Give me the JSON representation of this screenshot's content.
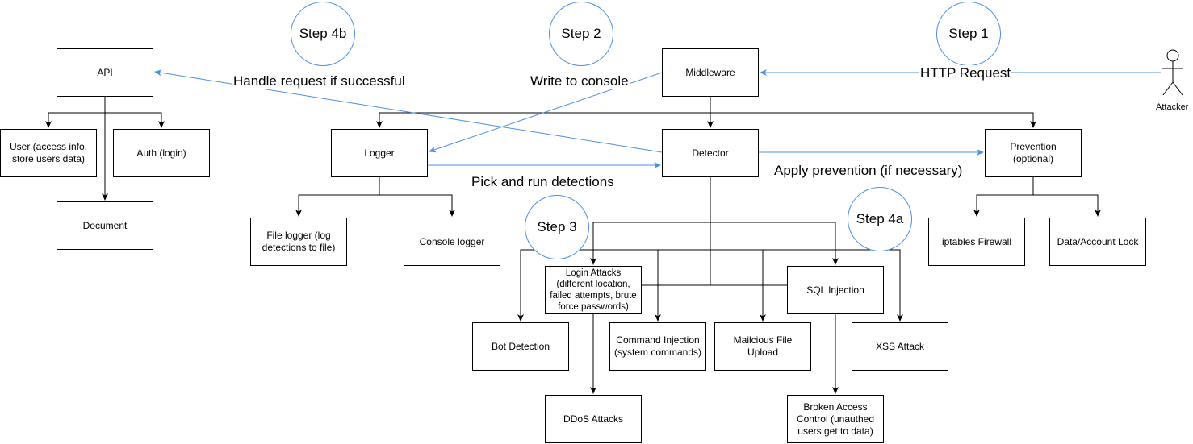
{
  "colors": {
    "line": "#000000",
    "blue_line": "#4a90e2",
    "step_circle": "#4a90e2"
  },
  "actor": {
    "label": "Attacker",
    "icon": "stick-figure-icon"
  },
  "boxes": {
    "api": "API",
    "user": "User (access info, store users data)",
    "auth": "Auth (login)",
    "document": "Document",
    "logger": "Logger",
    "file_logger": "File logger (log detections to file)",
    "console_logger": "Console logger",
    "middleware": "Middleware",
    "detector": "Detector",
    "prevention": "Prevention (optional)",
    "iptables": "iptables Firewall",
    "data_lock": "Data/Account Lock",
    "login_attacks": "Login Attacks (different location, failed attempts, brute force passwords)",
    "sql_injection": "SQL Injection",
    "bot_detection": "Bot Detection",
    "command_injection": "Command Injection (system commands)",
    "file_upload": "Mailcious File Upload",
    "xss": "XSS Attack",
    "ddos": "DDoS Attacks",
    "broken_access": "Broken Access Control (unauthed users get to data)"
  },
  "steps": {
    "step1": "Step 1",
    "step2": "Step 2",
    "step3": "Step 3",
    "step4a": "Step 4a",
    "step4b": "Step 4b"
  },
  "edge_labels": {
    "http_request": "HTTP Request",
    "write_console": "Write to console",
    "handle_request": "Handle request if successful",
    "pick_run": "Pick and run detections",
    "apply_prevention": "Apply prevention (if necessary)"
  }
}
